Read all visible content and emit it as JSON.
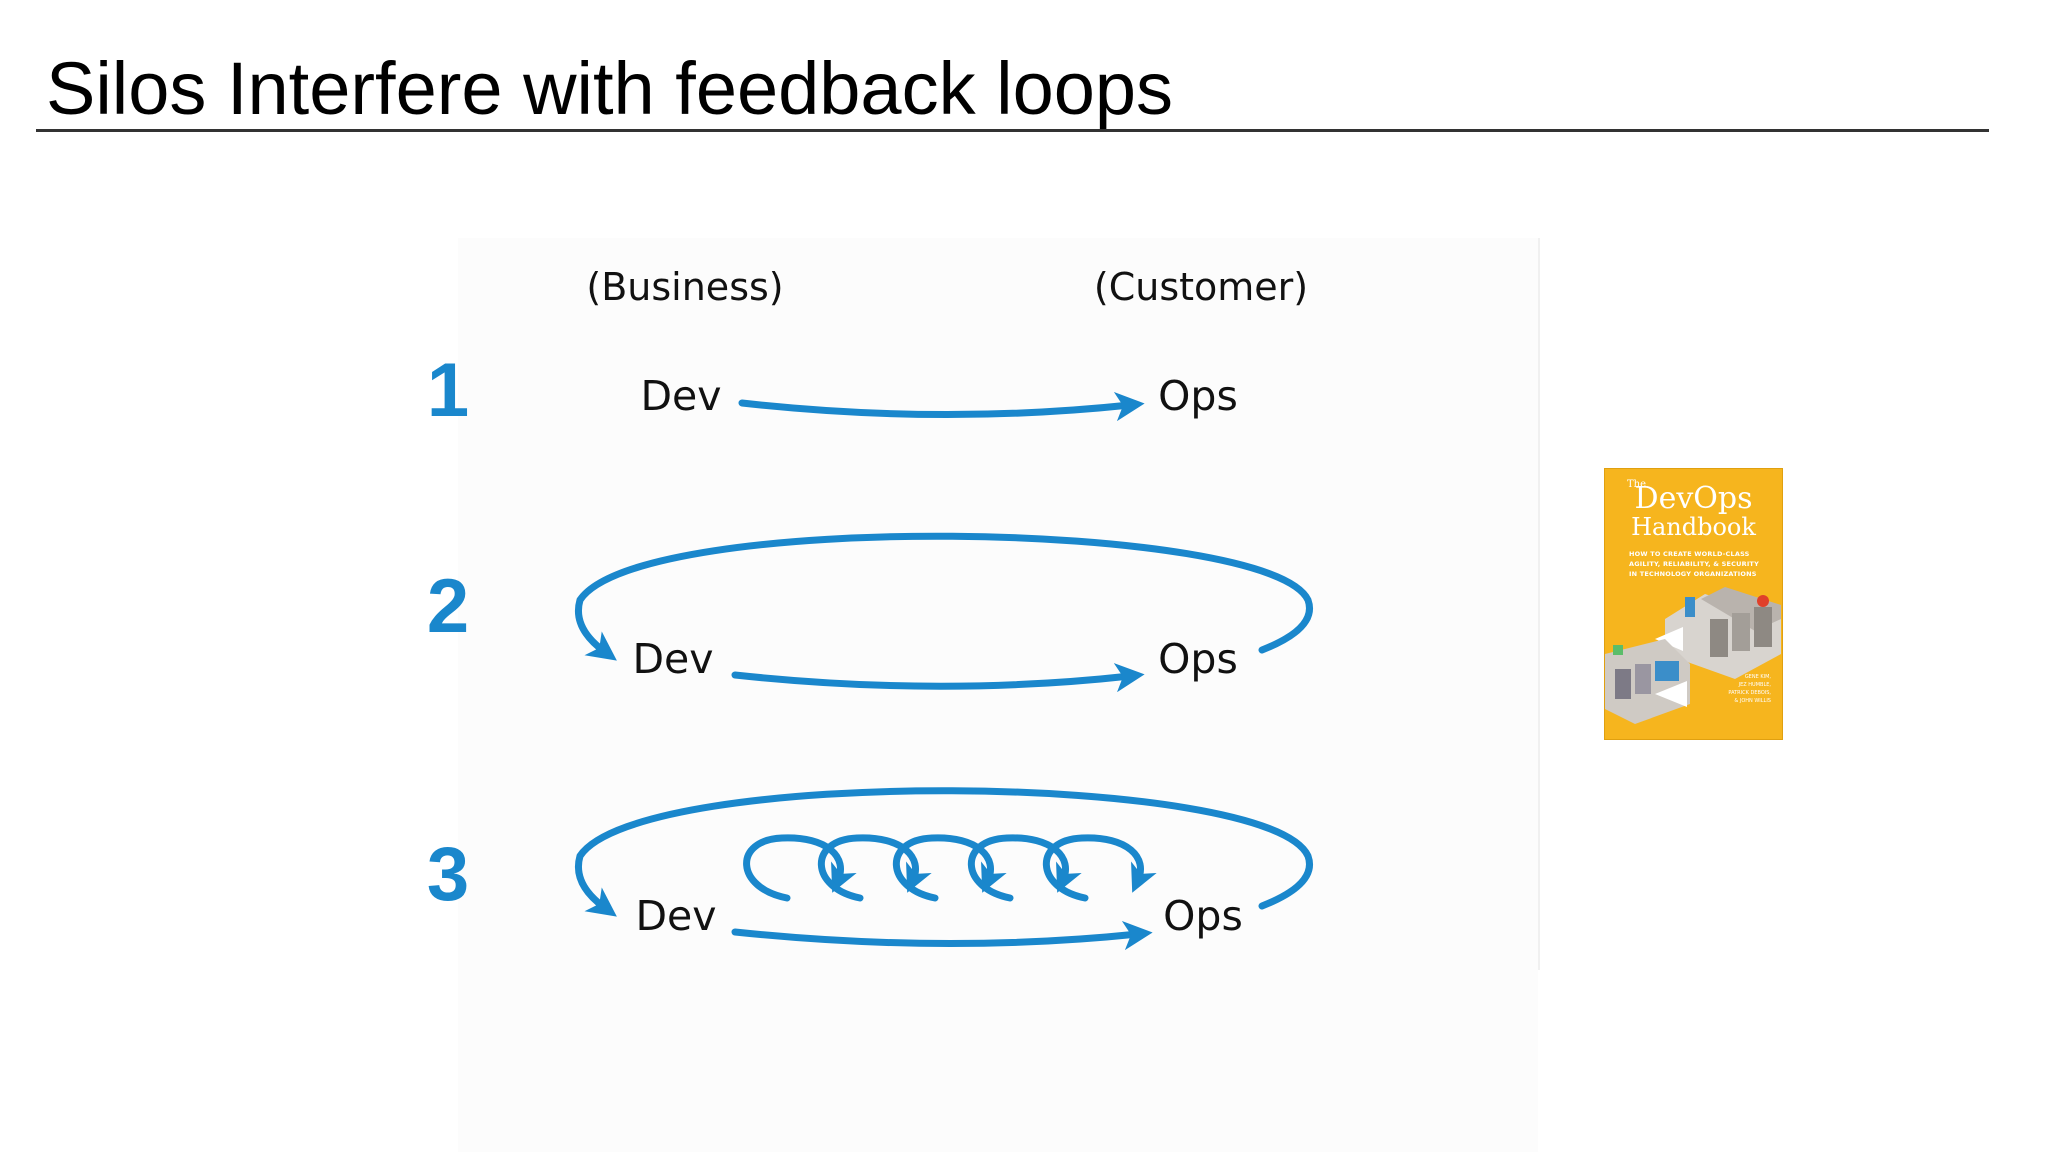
{
  "slide": {
    "title": "Silos Interfere with feedback loops"
  },
  "diagram": {
    "header_left": "(Business)",
    "header_right": "(Customer)",
    "accent_color": "#1a87cc",
    "rows": [
      {
        "number": "1",
        "from": "Dev",
        "to": "Ops",
        "feedback": "none"
      },
      {
        "number": "2",
        "from": "Dev",
        "to": "Ops",
        "feedback": "single return loop"
      },
      {
        "number": "3",
        "from": "Dev",
        "to": "Ops",
        "feedback": "return loop with 5 inner loops"
      }
    ]
  },
  "book": {
    "small_word": "The",
    "title_line1": "DevOps",
    "title_line2": "Handbook",
    "subtitle": "HOW TO CREATE WORLD-CLASS AGILITY, RELIABILITY, & SECURITY IN TECHNOLOGY ORGANIZATIONS",
    "authors": "GENE KIM,\nJEZ HUMBLE,\nPATRICK DEBOIS,\n& JOHN WILLIS",
    "cover_color": "#f6b51e"
  }
}
